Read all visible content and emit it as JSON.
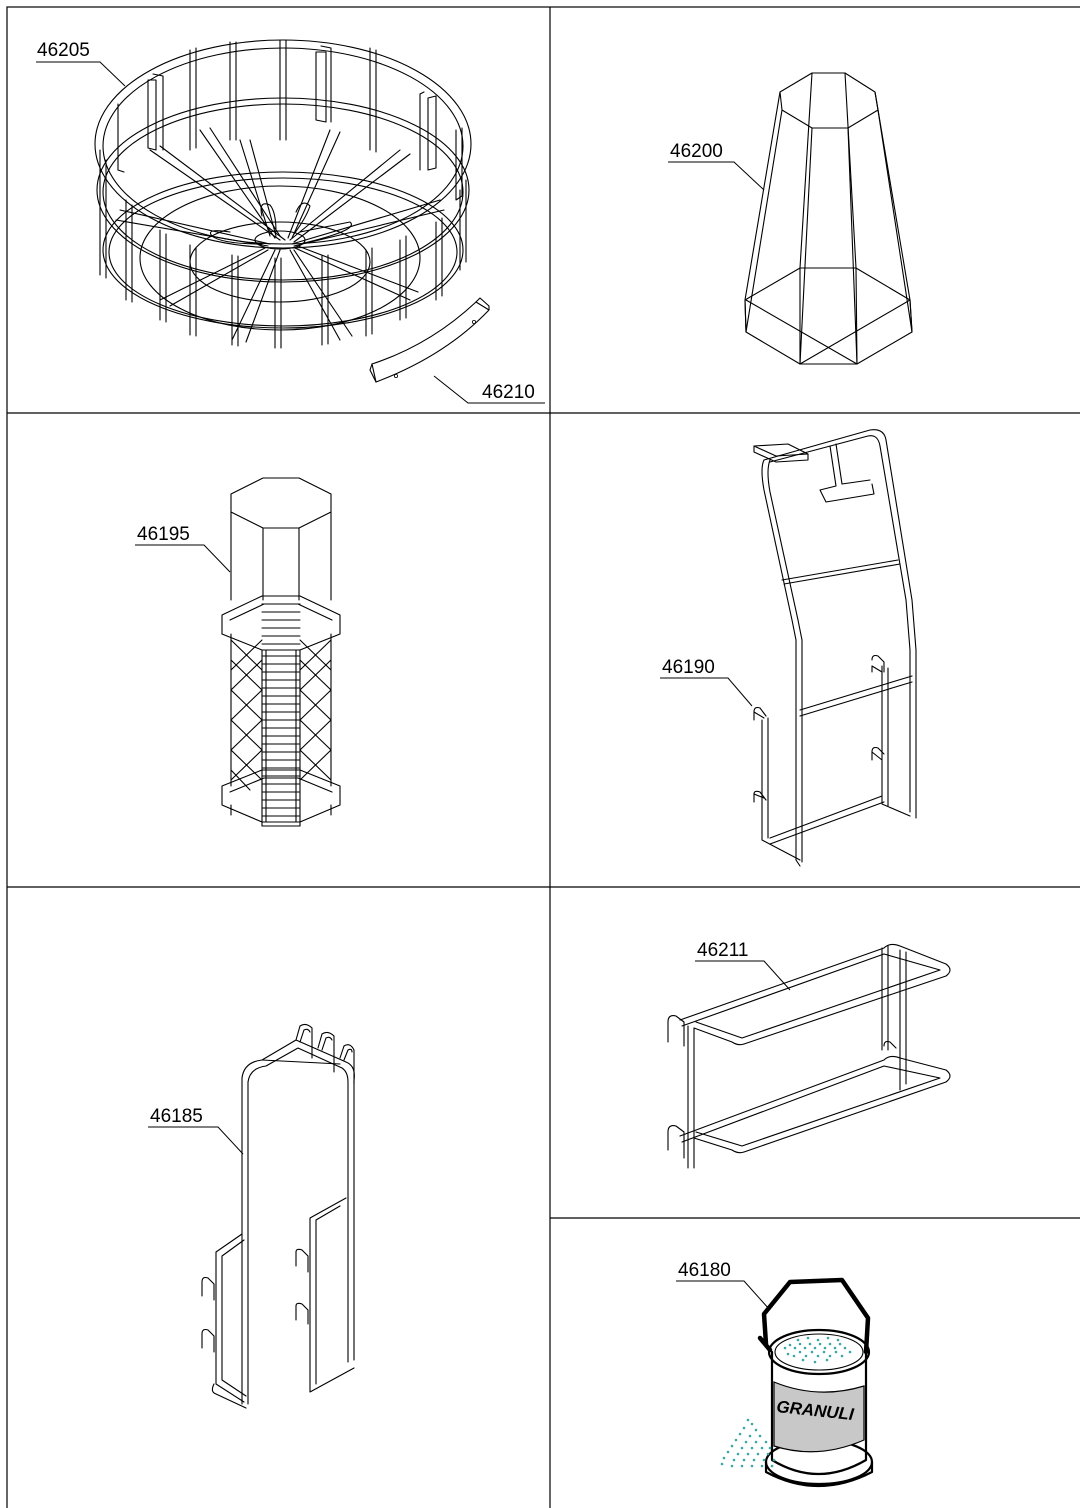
{
  "parts": [
    {
      "code": "46205",
      "icon": "round-wire-basket-icon"
    },
    {
      "code": "46210",
      "icon": "curved-plate-icon"
    },
    {
      "code": "46200",
      "icon": "octagonal-cover-icon"
    },
    {
      "code": "46195",
      "icon": "octagonal-column-icon"
    },
    {
      "code": "46190",
      "icon": "wire-panel-hooks-icon"
    },
    {
      "code": "46185",
      "icon": "wire-rack-icon"
    },
    {
      "code": "46211",
      "icon": "double-rail-bracket-icon"
    },
    {
      "code": "46180",
      "icon": "granule-bucket-icon"
    }
  ],
  "bucket_text": "GRANULI",
  "colors": {
    "granules": "#3aa6a6",
    "label": "#c8c8c8",
    "line": "#000000"
  }
}
